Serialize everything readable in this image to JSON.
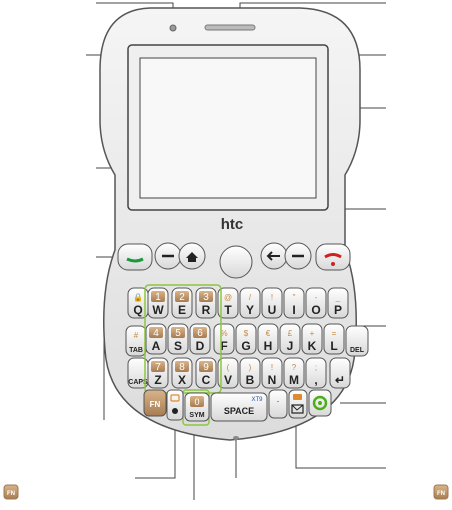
{
  "brand": "htc",
  "fn_badge": "FN",
  "rows": [
    {
      "keys": [
        {
          "letter": "Q",
          "sub": "🔒"
        },
        {
          "letter": "W",
          "sub": "1",
          "green": true
        },
        {
          "letter": "E",
          "sub": "2",
          "green": true
        },
        {
          "letter": "R",
          "sub": "3",
          "green": true
        },
        {
          "letter": "T",
          "sub": "@"
        },
        {
          "letter": "Y",
          "sub": "/"
        },
        {
          "letter": "U",
          "sub": "!"
        },
        {
          "letter": "I",
          "sub": "\""
        },
        {
          "letter": "O",
          "sub": "-"
        },
        {
          "letter": "P",
          "sub": "_"
        }
      ]
    },
    {
      "keys": [
        {
          "letter": "TAB",
          "sub": "#"
        },
        {
          "letter": "A",
          "sub": "4",
          "green": true
        },
        {
          "letter": "S",
          "sub": "5",
          "green": true
        },
        {
          "letter": "D",
          "sub": "6",
          "green": true
        },
        {
          "letter": "F",
          "sub": "%"
        },
        {
          "letter": "G",
          "sub": "$"
        },
        {
          "letter": "H",
          "sub": "€"
        },
        {
          "letter": "J",
          "sub": "£"
        },
        {
          "letter": "K",
          "sub": "+"
        },
        {
          "letter": "L",
          "sub": "="
        },
        {
          "letter": "DEL",
          "sub": ""
        }
      ]
    },
    {
      "keys": [
        {
          "letter": "CAPS",
          "sub": ""
        },
        {
          "letter": "Z",
          "sub": "7",
          "green": true
        },
        {
          "letter": "X",
          "sub": "8",
          "green": true
        },
        {
          "letter": "C",
          "sub": "9",
          "green": true
        },
        {
          "letter": "V",
          "sub": "("
        },
        {
          "letter": "B",
          "sub": ")"
        },
        {
          "letter": "N",
          "sub": "!"
        },
        {
          "letter": "M",
          "sub": "?"
        },
        {
          "letter": ",",
          "sub": ";"
        },
        {
          "letter": "↵",
          "sub": ""
        }
      ]
    }
  ],
  "bottom_row": {
    "fn": "FN",
    "sym": "SYM",
    "zero": "0",
    "space": "SPACE",
    "xt9": "XT9",
    "period": "."
  }
}
